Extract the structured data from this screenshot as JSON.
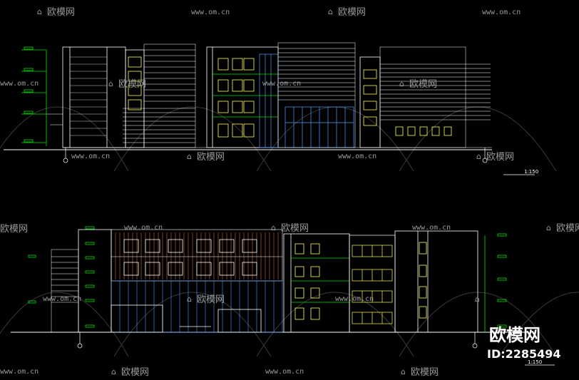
{
  "colors": {
    "background": "#000000",
    "line_white": "#ffffff",
    "line_green": "#00e000",
    "line_yellow": "#ffff40",
    "line_blue": "#4aa0ff",
    "facade_orange": "#e06a2a",
    "watermark": "#9a9a9a"
  },
  "watermark": {
    "brand": "欧模网",
    "url": "www.om.cn",
    "id_label": "ID:2285494",
    "icon": "om-logo-icon"
  },
  "drawing": {
    "top_elevation": {
      "scale_label": "1:150"
    },
    "bottom_elevation": {
      "scale_label": "1:150"
    }
  }
}
